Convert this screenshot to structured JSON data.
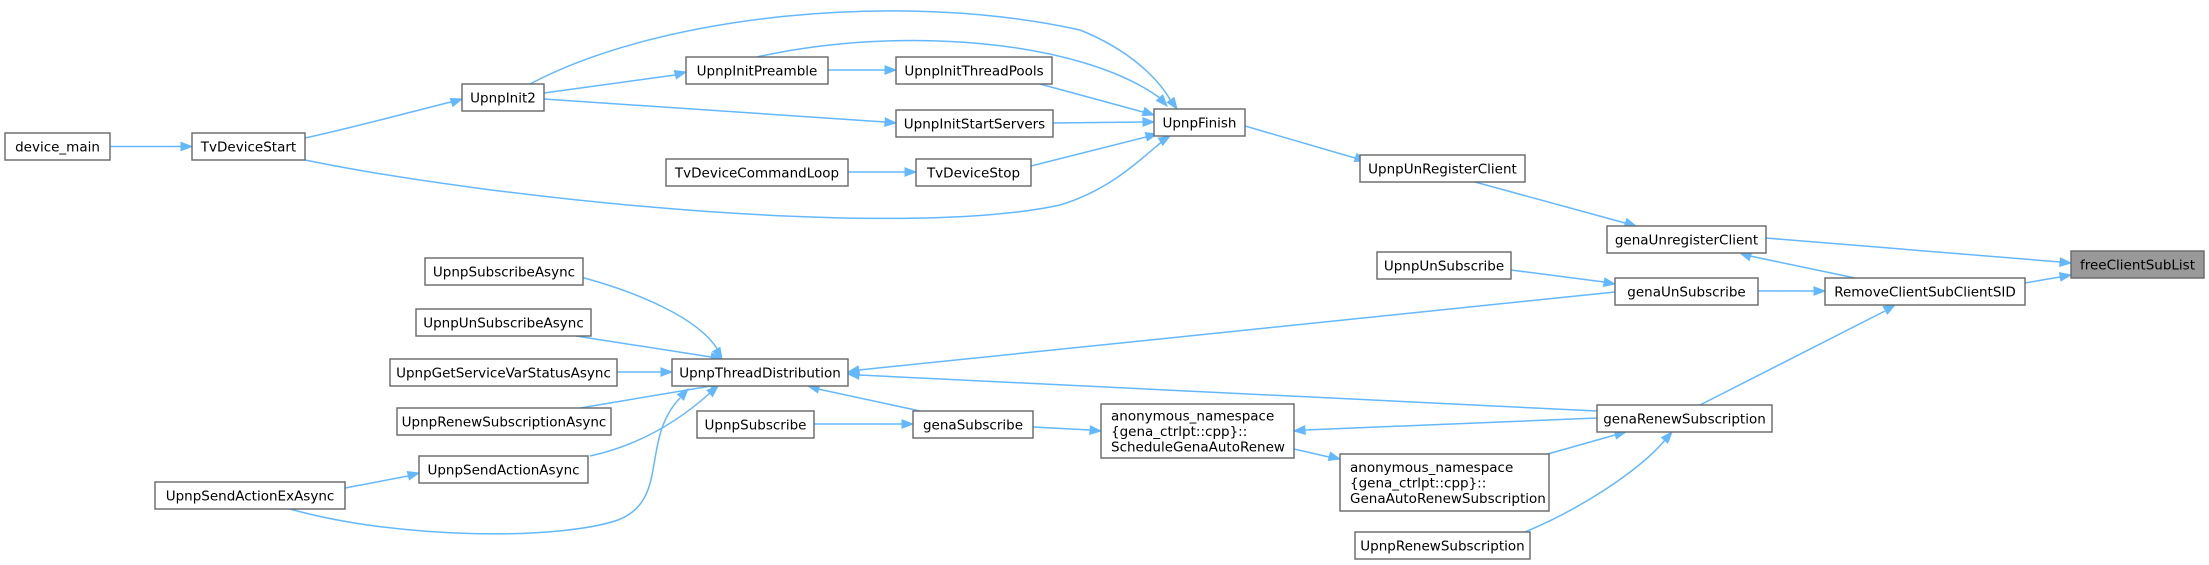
{
  "nodes": {
    "device_main": {
      "lines": [
        "device_main"
      ]
    },
    "TvDeviceStart": {
      "lines": [
        "TvDeviceStart"
      ]
    },
    "UpnpInit2": {
      "lines": [
        "UpnpInit2"
      ]
    },
    "UpnpInitPreamble": {
      "lines": [
        "UpnpInitPreamble"
      ]
    },
    "UpnpInitThreadPools": {
      "lines": [
        "UpnpInitThreadPools"
      ]
    },
    "UpnpInitStartServers": {
      "lines": [
        "UpnpInitStartServers"
      ]
    },
    "TvDeviceCommandLoop": {
      "lines": [
        "TvDeviceCommandLoop"
      ]
    },
    "TvDeviceStop": {
      "lines": [
        "TvDeviceStop"
      ]
    },
    "UpnpFinish": {
      "lines": [
        "UpnpFinish"
      ]
    },
    "UpnpUnRegisterClient": {
      "lines": [
        "UpnpUnRegisterClient"
      ]
    },
    "genaUnregisterClient": {
      "lines": [
        "genaUnregisterClient"
      ]
    },
    "freeClientSubList": {
      "lines": [
        "freeClientSubList"
      ]
    },
    "UpnpUnSubscribe": {
      "lines": [
        "UpnpUnSubscribe"
      ]
    },
    "genaUnSubscribe": {
      "lines": [
        "genaUnSubscribe"
      ]
    },
    "RemoveClientSubClientSID": {
      "lines": [
        "RemoveClientSubClientSID"
      ]
    },
    "UpnpSubscribeAsync": {
      "lines": [
        "UpnpSubscribeAsync"
      ]
    },
    "UpnpUnSubscribeAsync": {
      "lines": [
        "UpnpUnSubscribeAsync"
      ]
    },
    "UpnpGetServiceVarStatusAsync": {
      "lines": [
        "UpnpGetServiceVarStatusAsync"
      ]
    },
    "UpnpRenewSubscriptionAsync": {
      "lines": [
        "UpnpRenewSubscriptionAsync"
      ]
    },
    "UpnpSendActionAsync": {
      "lines": [
        "UpnpSendActionAsync"
      ]
    },
    "UpnpSendActionExAsync": {
      "lines": [
        "UpnpSendActionExAsync"
      ]
    },
    "UpnpThreadDistribution": {
      "lines": [
        "UpnpThreadDistribution"
      ]
    },
    "UpnpSubscribe": {
      "lines": [
        "UpnpSubscribe"
      ]
    },
    "genaSubscribe": {
      "lines": [
        "genaSubscribe"
      ]
    },
    "ScheduleGenaAutoRenew": {
      "lines": [
        "anonymous_namespace",
        "{gena_ctrlpt::cpp}::",
        "ScheduleGenaAutoRenew"
      ]
    },
    "GenaAutoRenewSubscription": {
      "lines": [
        "anonymous_namespace",
        "{gena_ctrlpt::cpp}::",
        "GenaAutoRenewSubscription"
      ]
    },
    "genaRenewSubscription": {
      "lines": [
        "genaRenewSubscription"
      ]
    },
    "UpnpRenewSubscription": {
      "lines": [
        "UpnpRenewSubscription"
      ]
    }
  },
  "highlight": "freeClientSubList",
  "edge_color": "#63b8ff"
}
